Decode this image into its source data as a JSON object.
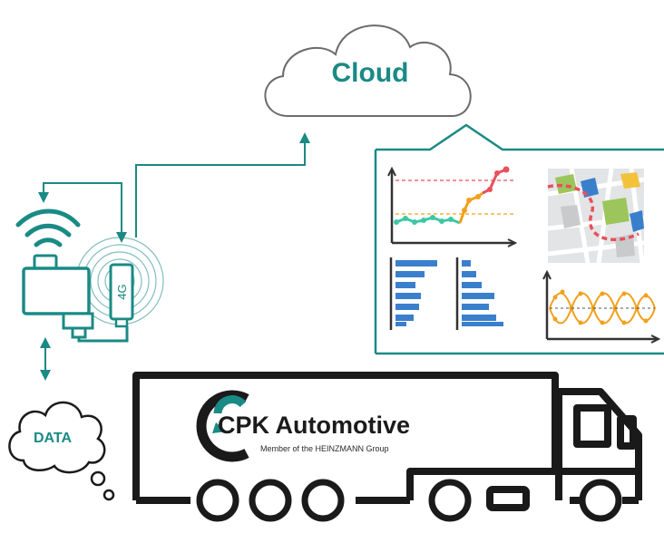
{
  "cloud": {
    "label": "Cloud"
  },
  "device": {
    "badge": "4G"
  },
  "data_cloud": {
    "label": "DATA"
  },
  "brand": {
    "name": "CPK Automotive",
    "subtitle": "Member of the HEINZMANN Group"
  },
  "colors": {
    "teal": "#1a8a85",
    "truck_outline": "#1a1a1a",
    "bar_blue": "#3a7fcc",
    "line_green": "#3ec7a4",
    "line_orange": "#f2a01c",
    "line_red": "#e8505b",
    "map_route": "#e8505b"
  },
  "icons": [
    "wifi-icon",
    "signal-waves-icon",
    "sim-card-icon",
    "line-chart-icon",
    "map-icon",
    "bar-chart-icon",
    "oscillation-chart-icon",
    "truck-icon",
    "logo-icon"
  ]
}
